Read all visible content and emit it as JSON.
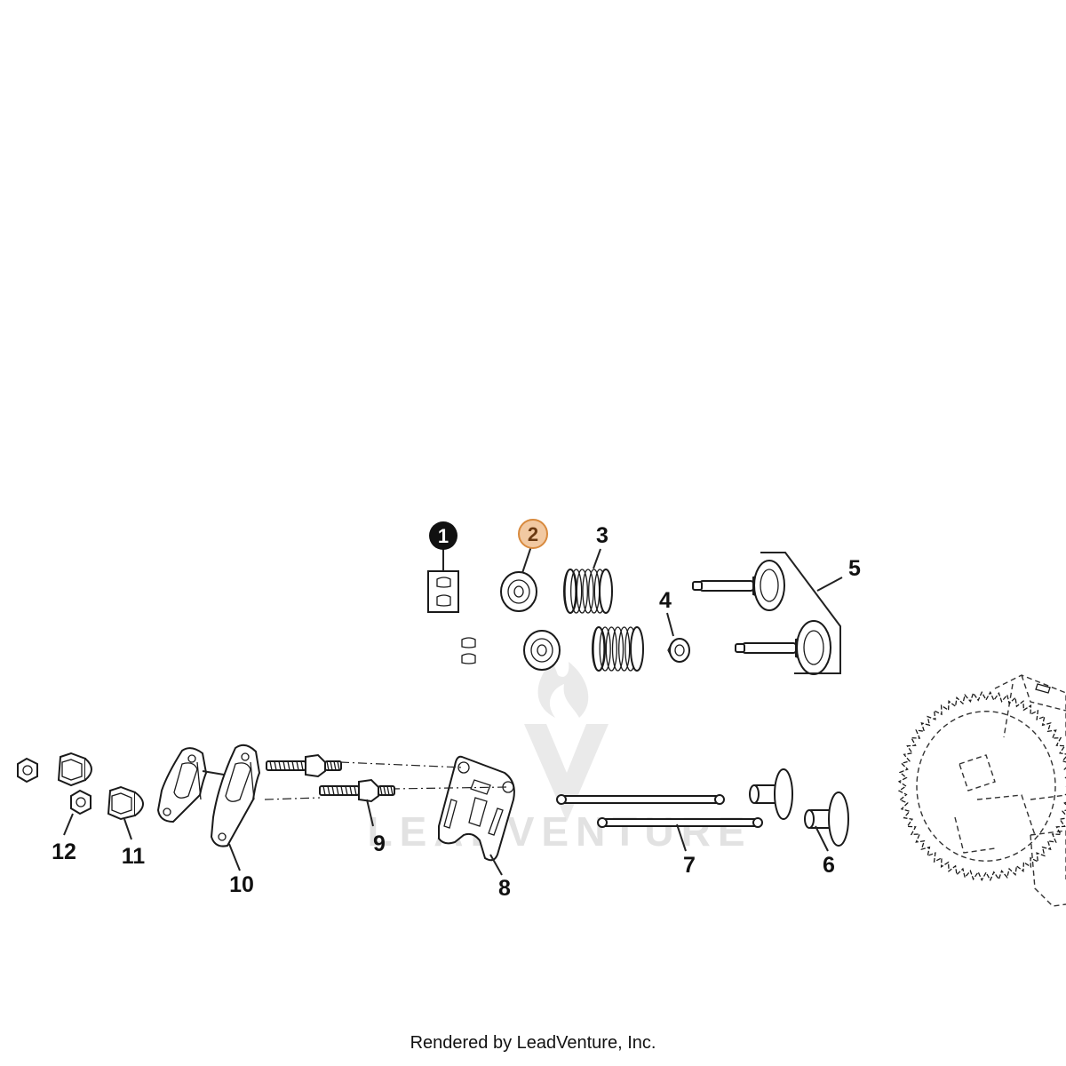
{
  "callouts": [
    {
      "id": "1",
      "label": "1",
      "style": "filled"
    },
    {
      "id": "2",
      "label": "2",
      "style": "highlighted"
    },
    {
      "id": "3",
      "label": "3"
    },
    {
      "id": "4",
      "label": "4"
    },
    {
      "id": "5",
      "label": "5"
    },
    {
      "id": "6",
      "label": "6"
    },
    {
      "id": "7",
      "label": "7"
    },
    {
      "id": "8",
      "label": "8"
    },
    {
      "id": "9",
      "label": "9"
    },
    {
      "id": "10",
      "label": "10"
    },
    {
      "id": "11",
      "label": "11"
    },
    {
      "id": "12",
      "label": "12"
    }
  ],
  "watermark": {
    "text": "LEADVENTURE"
  },
  "footer": {
    "text": "Rendered by LeadVenture, Inc."
  },
  "colors": {
    "highlight_fill": "#f2c9a2",
    "highlight_stroke": "#d88a3e",
    "callout_filled": "#111111"
  }
}
